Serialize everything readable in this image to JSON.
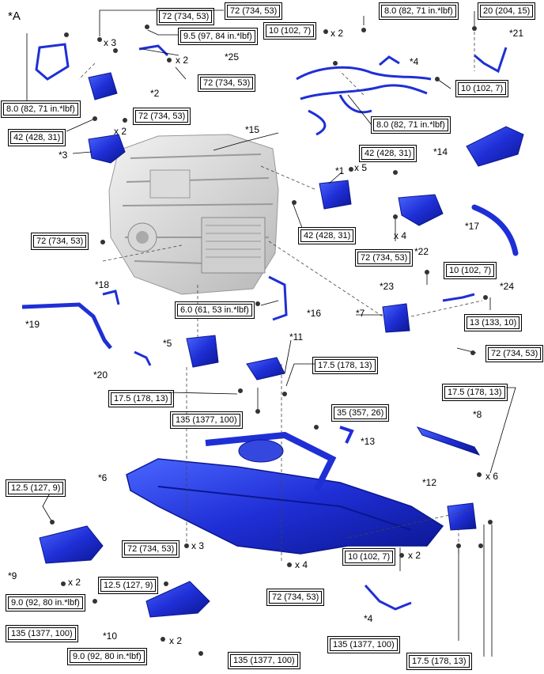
{
  "title": "*A",
  "colors": {
    "part_blue": "#1f2fd6",
    "part_dark": "#0b1690",
    "part_light": "#5d78ff",
    "engine_gray": "#c9c9c9"
  },
  "parts": [
    {
      "id": "1",
      "label": "*1"
    },
    {
      "id": "2",
      "label": "*2"
    },
    {
      "id": "3",
      "label": "*3"
    },
    {
      "id": "4a",
      "label": "*4"
    },
    {
      "id": "4b",
      "label": "*4"
    },
    {
      "id": "5",
      "label": "*5"
    },
    {
      "id": "6",
      "label": "*6"
    },
    {
      "id": "7",
      "label": "*7"
    },
    {
      "id": "8",
      "label": "*8"
    },
    {
      "id": "9",
      "label": "*9"
    },
    {
      "id": "10",
      "label": "*10"
    },
    {
      "id": "11",
      "label": "*11"
    },
    {
      "id": "12",
      "label": "*12"
    },
    {
      "id": "13",
      "label": "*13"
    },
    {
      "id": "14",
      "label": "*14"
    },
    {
      "id": "15",
      "label": "*15"
    },
    {
      "id": "16",
      "label": "*16"
    },
    {
      "id": "17",
      "label": "*17"
    },
    {
      "id": "18",
      "label": "*18"
    },
    {
      "id": "19",
      "label": "*19"
    },
    {
      "id": "20",
      "label": "*20"
    },
    {
      "id": "21",
      "label": "*21"
    },
    {
      "id": "22",
      "label": "*22"
    },
    {
      "id": "23",
      "label": "*23"
    },
    {
      "id": "24",
      "label": "*24"
    },
    {
      "id": "25",
      "label": "*25"
    }
  ],
  "torques": [
    {
      "id": "t1",
      "text": "72 (734, 53)"
    },
    {
      "id": "t2",
      "text": "72 (734, 53)"
    },
    {
      "id": "t3",
      "text": "9.5 (97, 84 in.*lbf)"
    },
    {
      "id": "t4",
      "text": "10 (102, 7)"
    },
    {
      "id": "t5",
      "text": "8.0 (82, 71 in.*lbf)"
    },
    {
      "id": "t6",
      "text": "20 (204, 15)"
    },
    {
      "id": "t7",
      "text": "72 (734, 53)"
    },
    {
      "id": "t8",
      "text": "10 (102, 7)"
    },
    {
      "id": "t9",
      "text": "8.0 (82, 71 in.*lbf)"
    },
    {
      "id": "t10",
      "text": "72 (734, 53)"
    },
    {
      "id": "t11",
      "text": "8.0 (82, 71 in.*lbf)"
    },
    {
      "id": "t12",
      "text": "42 (428, 31)"
    },
    {
      "id": "t13",
      "text": "42 (428, 31)"
    },
    {
      "id": "t14",
      "text": "42 (428, 31)"
    },
    {
      "id": "t15",
      "text": "72 (734, 53)"
    },
    {
      "id": "t16",
      "text": "72 (734, 53)"
    },
    {
      "id": "t17",
      "text": "10 (102, 7)"
    },
    {
      "id": "t18",
      "text": "6.0 (61, 53 in.*lbf)"
    },
    {
      "id": "t19",
      "text": "13 (133, 10)"
    },
    {
      "id": "t20",
      "text": "72 (734, 53)"
    },
    {
      "id": "t21",
      "text": "17.5 (178, 13)"
    },
    {
      "id": "t22",
      "text": "17.5 (178, 13)"
    },
    {
      "id": "t23",
      "text": "135 (1377, 100)"
    },
    {
      "id": "t24",
      "text": "35 (357, 26)"
    },
    {
      "id": "t25",
      "text": "17.5 (178, 13)"
    },
    {
      "id": "t26",
      "text": "12.5 (127, 9)"
    },
    {
      "id": "t27",
      "text": "72 (734, 53)"
    },
    {
      "id": "t28",
      "text": "10 (102, 7)"
    },
    {
      "id": "t29",
      "text": "12.5 (127, 9)"
    },
    {
      "id": "t30",
      "text": "9.0 (92, 80 in.*lbf)"
    },
    {
      "id": "t31",
      "text": "135 (1377, 100)"
    },
    {
      "id": "t32",
      "text": "72 (734, 53)"
    },
    {
      "id": "t33",
      "text": "9.0 (92, 80 in.*lbf)"
    },
    {
      "id": "t34",
      "text": "135 (1377, 100)"
    },
    {
      "id": "t35",
      "text": "135 (1377, 100)"
    },
    {
      "id": "t36",
      "text": "17.5 (178, 13)"
    }
  ],
  "counts": [
    {
      "id": "c1",
      "text": "x 3"
    },
    {
      "id": "c2",
      "text": "x 2"
    },
    {
      "id": "c3",
      "text": "x 2"
    },
    {
      "id": "c4",
      "text": "x 2"
    },
    {
      "id": "c5",
      "text": "x 5"
    },
    {
      "id": "c6",
      "text": "x 4"
    },
    {
      "id": "c7",
      "text": "x 6"
    },
    {
      "id": "c8",
      "text": "x 3"
    },
    {
      "id": "c9",
      "text": "x 4"
    },
    {
      "id": "c10",
      "text": "x 2"
    },
    {
      "id": "c11",
      "text": "x 2"
    },
    {
      "id": "c12",
      "text": "x 2"
    }
  ]
}
